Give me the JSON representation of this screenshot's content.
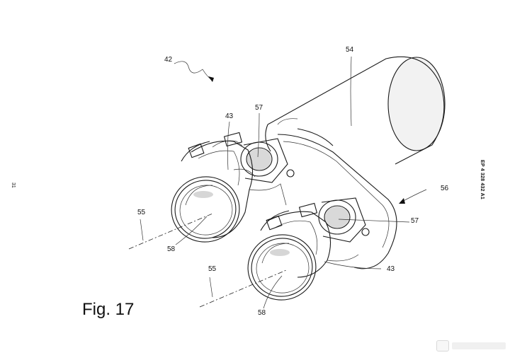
{
  "figure": {
    "caption": "Fig. 17",
    "page_number": "31",
    "document_number": "EP 4 328 432 A1"
  },
  "reference_numerals": {
    "n42": "42",
    "n54": "54",
    "n43_top": "43",
    "n57_top": "57",
    "n56": "56",
    "n57_right": "57",
    "n55_left": "55",
    "n58_left": "58",
    "n55_bottom": "55",
    "n43_bottom": "43",
    "n58_bottom": "58"
  }
}
